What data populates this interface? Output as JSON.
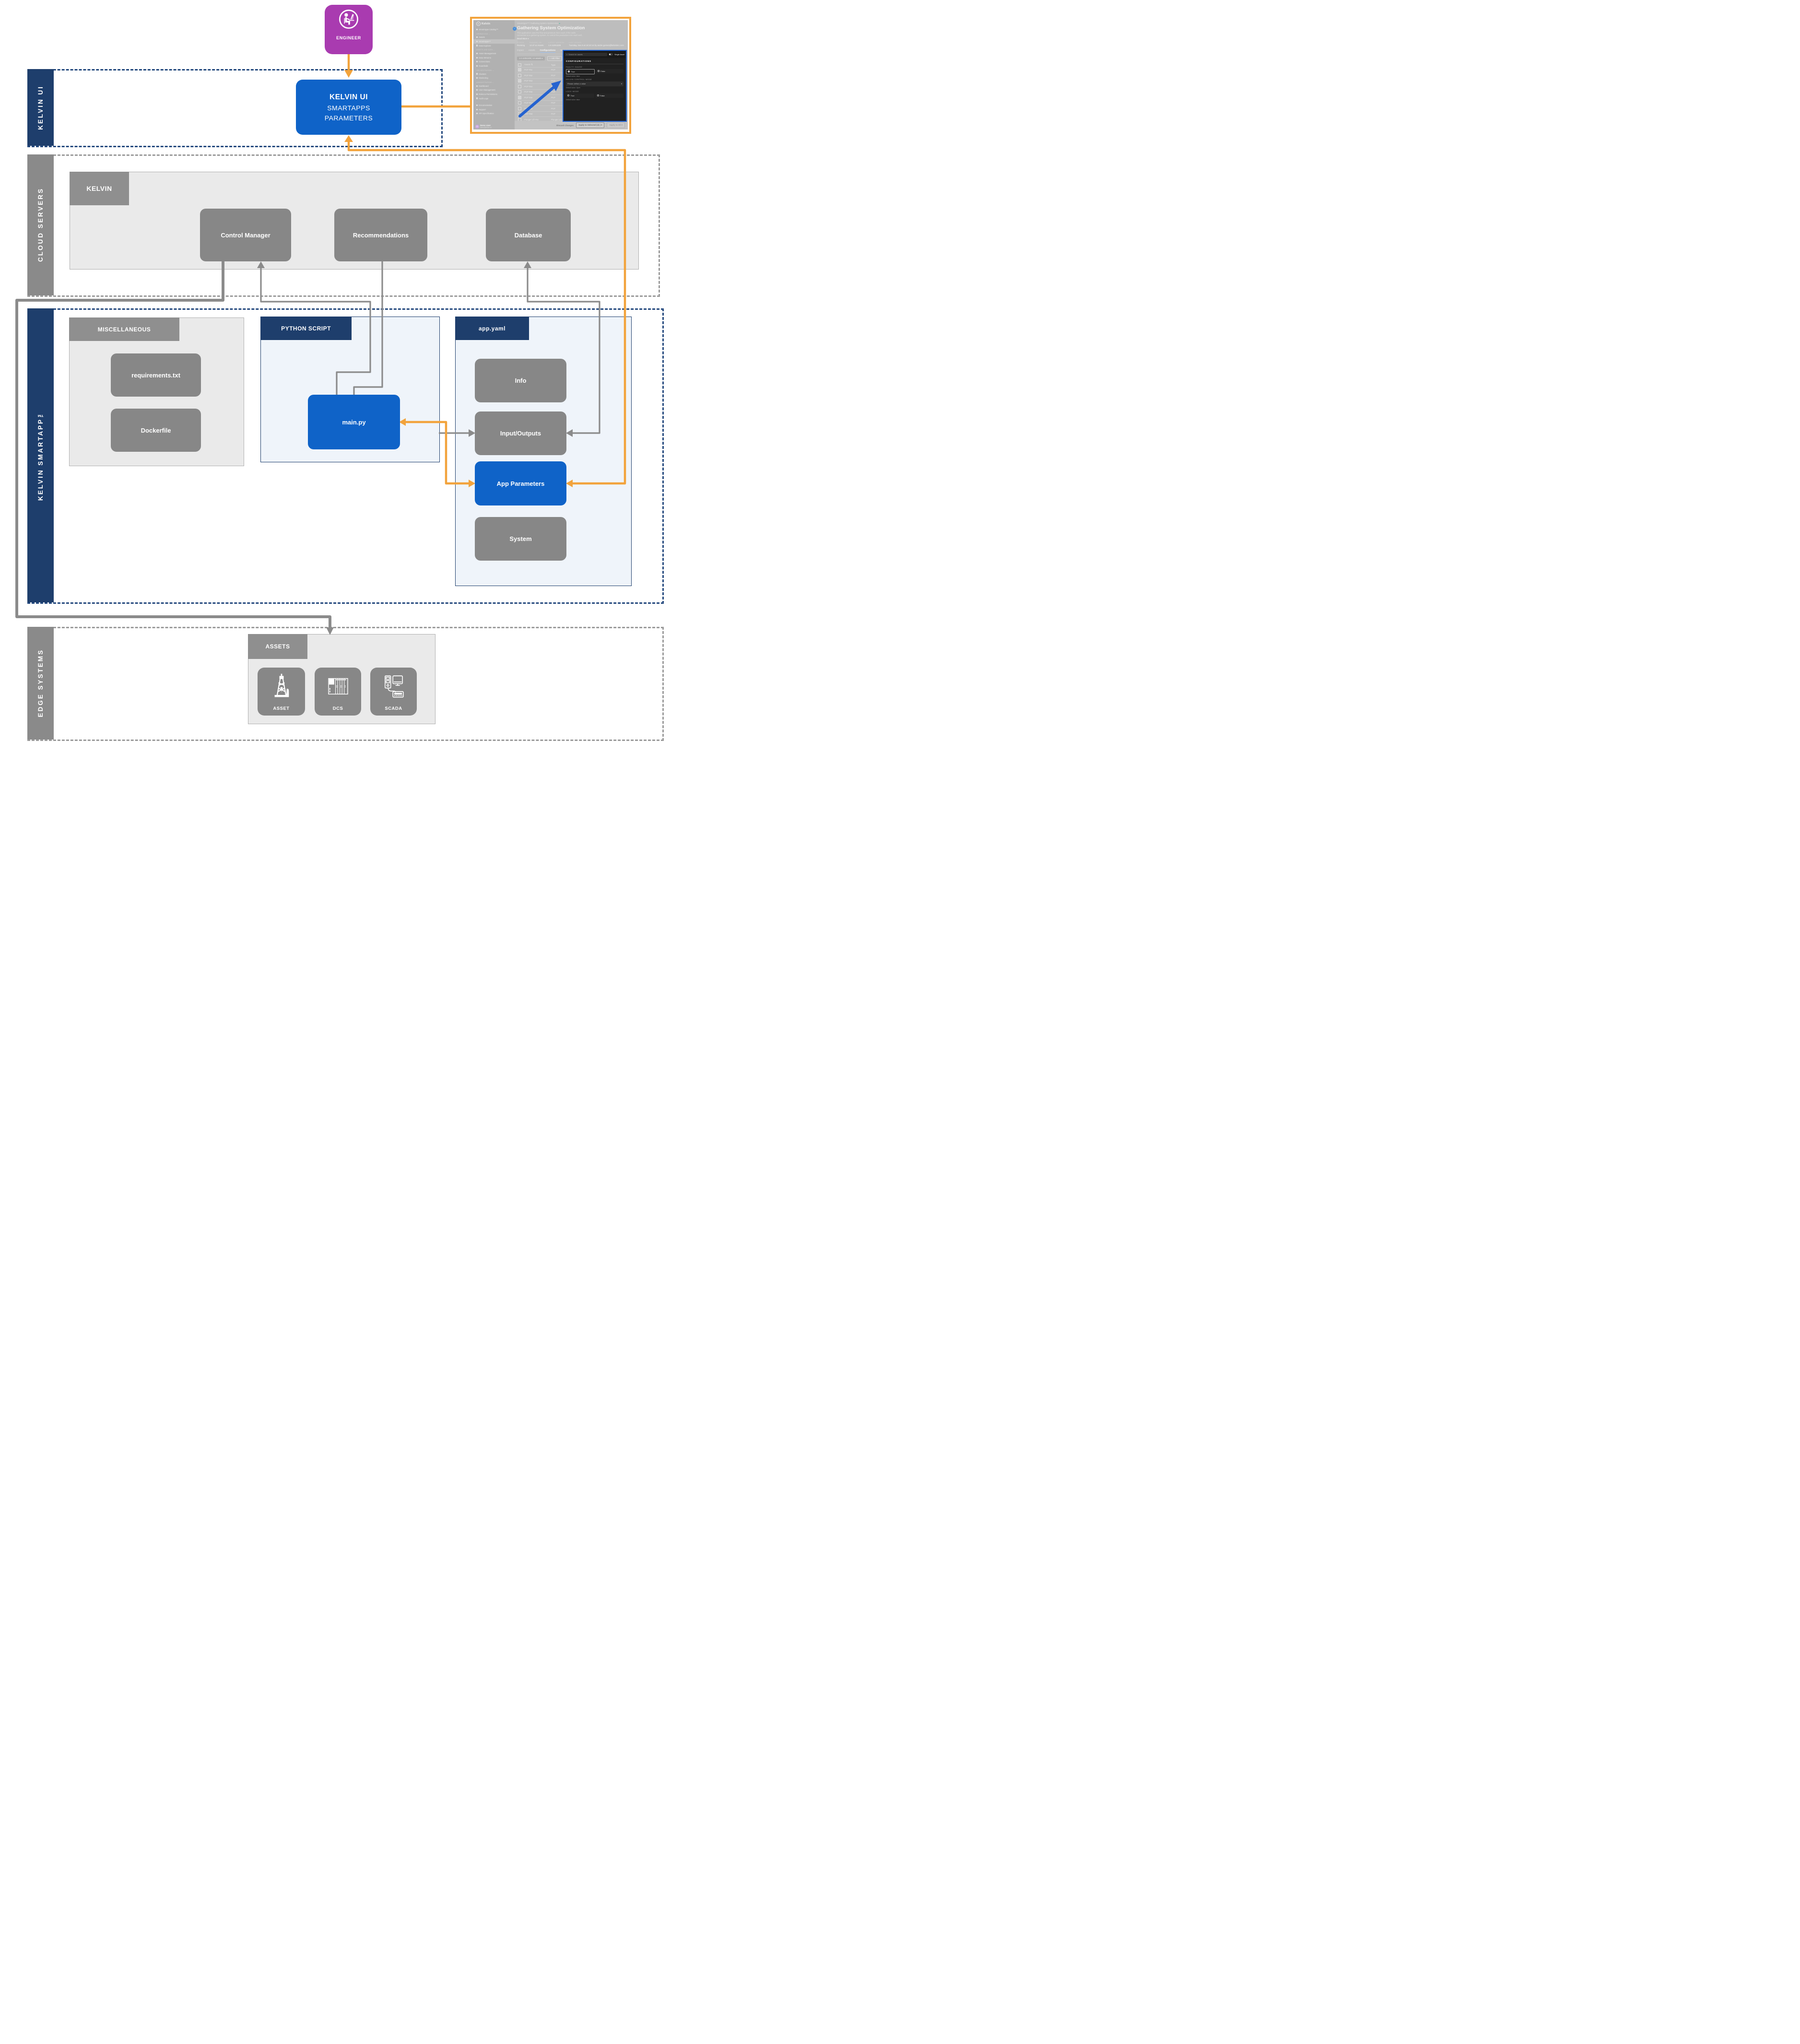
{
  "diagram": {
    "lanes": [
      {
        "label": "KELVIN UI"
      },
      {
        "label": "CLOUD SERVERS"
      },
      {
        "label": "KELVIN SMARTAPP™"
      },
      {
        "label": "EDGE SYSTEMS"
      }
    ],
    "engineer_label": "ENGINEER",
    "kelvin_ui_node": {
      "line1": "KELVIN UI",
      "line2": "SMARTAPPS",
      "line3": "PARAMETERS"
    },
    "cloud": {
      "container_label": "KELVIN",
      "nodes": [
        "Control Manager",
        "Recommendations",
        "Database"
      ]
    },
    "smartapp": {
      "misc_label": "MISCELLANEOUS",
      "misc_nodes": [
        "requirements.txt",
        "Dockerfile"
      ],
      "python_label": "PYTHON SCRIPT",
      "python_node": "main.py",
      "appyaml_label": "app.yaml",
      "appyaml_nodes": [
        "Info",
        "Input/Outputs",
        "App Parameters",
        "System"
      ]
    },
    "edge": {
      "container_label": "ASSETS",
      "tiles": [
        "ASSET",
        "DCS",
        "SCADA"
      ]
    },
    "colors": {
      "orange": "#F2A33C",
      "blue": "#0F63C8",
      "navy": "#1E3E6C",
      "node_gray": "#878787",
      "purple": "#A93BB0",
      "connector_gray": "#8B8B8B"
    }
  },
  "screenshot": {
    "logo": "Kelvin",
    "icons": {
      "caret_down": "▾",
      "chevron_collapse": "‹",
      "check": "✓",
      "indeterminate": "–",
      "search": "⌕",
      "sort": "⇅",
      "status_dot": "●"
    },
    "sidebar": [
      {
        "label": "SmartApps Catalog™"
      },
      {
        "label": "OPERATIONS ⌄"
      },
      {
        "label": "Assets"
      },
      {
        "label": "SmartApps™"
      },
      {
        "label": "Data Explorer"
      },
      {
        "label": "ASSETS AND DATA ⌄"
      },
      {
        "label": "Asset Management"
      },
      {
        "label": "Data Streams"
      },
      {
        "label": "Connections"
      },
      {
        "label": "Guardrails"
      },
      {
        "label": "ORCHESTRATION ⌄"
      },
      {
        "label": "Clusters"
      },
      {
        "label": "Monitoring"
      },
      {
        "label": "ADMINISTRATION ⌄"
      },
      {
        "label": "Dashboard"
      },
      {
        "label": "User Management"
      },
      {
        "label": "Roles & Permissions"
      },
      {
        "label": "Audit Logs"
      },
      {
        "label": "Documentation"
      },
      {
        "label": "Support"
      },
      {
        "label": "API Specification"
      }
    ],
    "user": {
      "initial": "D",
      "name": "Demo User",
      "email": "demo@kelvin.ai"
    },
    "breadcrumb": "SmartApps™ / Gathering System Optimization",
    "title": "Gathering System Optimization",
    "description1": "This application uses the flow and pressure from each of the wells",
    "description2": "connected to a gathering system, to control the production rom each well,",
    "read_more": "Read More",
    "status": {
      "labels": [
        "STATUS",
        "RUNNING ON",
        "LATEST VERSION",
        "LAST UPDATE"
      ],
      "values": [
        "Running",
        "14 of 14 Assets",
        "1.0.11051108",
        "Tuesday, Nov 5 at 18:10:14 by andre.gomes@kelvininc.com"
      ]
    },
    "tabs": [
      "Impact",
      "Assets",
      "Configurations",
      "Management",
      "Schedule"
    ],
    "filter_chip": "1.0.11051108 | 14 assets",
    "add_filter": "+ Add Filter",
    "table": {
      "headers": [
        "Assets",
        "Type",
        "Last Update"
      ],
      "rows": [
        {
          "check": "✓",
          "name": "PCP #51",
          "type": "PCP",
          "updated": "N/A"
        },
        {
          "check": "",
          "name": "PCP #52",
          "type": "PCP",
          "updated": "N/A"
        },
        {
          "check": "✓",
          "name": "PCP #53",
          "type": "PCP",
          "updated": "N/A"
        },
        {
          "check": "",
          "name": "PCP #54",
          "type": "PCP",
          "updated": "N/A"
        },
        {
          "check": "",
          "name": "PCP #55",
          "type": "PCP",
          "updated": "N/A"
        },
        {
          "check": "✓",
          "name": "PCP #56",
          "type": "PCP",
          "updated": "N/A"
        },
        {
          "check": "",
          "name": "PCP #57",
          "type": "PCP",
          "updated": "N/A"
        },
        {
          "check": "",
          "name": "PCP #58",
          "type": "PCP",
          "updated": "N/A"
        },
        {
          "check": "",
          "name": "PCP #59",
          "type": "PCP",
          "updated": "N/A"
        },
        {
          "check": "",
          "name": "Plunger Lift #51",
          "type": "Plunger Lift",
          "updated": "N/A"
        },
        {
          "check": "",
          "name": "Plunger Lift #52",
          "type": "Plunger Lift",
          "updated": "N/A"
        }
      ]
    },
    "panel": {
      "search_placeholder": "Search for assets",
      "single_asset": "Single Asset",
      "heading": "CONFIGURATIONS",
      "faulty_gauge": {
        "label": "FAULTY GAUGE",
        "true": "True",
        "false": "False",
        "default": "Default value: false"
      },
      "control_mode": {
        "label": "KELVIN CONTROL MODE",
        "value": "Please define a value",
        "default": "Default value: Open"
      },
      "lock_mode": {
        "label": "LOCK MODE",
        "true": "True",
        "false": "False",
        "default": "Default value: false"
      }
    },
    "footer": {
      "discard": "Discard Changes",
      "apply_selected": "Apply to Selected (3)",
      "apply_all": "Apply to All"
    }
  }
}
